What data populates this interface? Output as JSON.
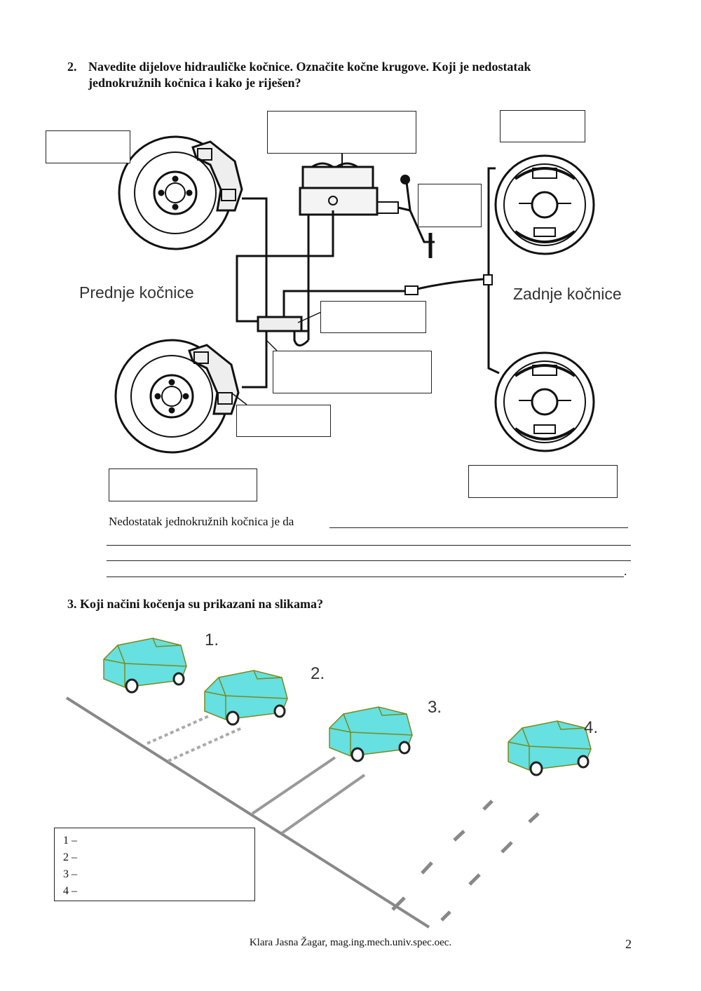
{
  "question2": {
    "number": "2.",
    "line1": "Navedite dijelove hidrauličke kočnice. Označite kočne krugove. Koji je nedostatak",
    "line2": "jednokružnih kočnica i kako je riješen?"
  },
  "diagram": {
    "front_label": "Prednje kočnice",
    "rear_label": "Zadnje kočnice"
  },
  "answer": {
    "prompt": "Nedostatak jednokružnih kočnica je da",
    "end_mark": "."
  },
  "question3": {
    "number": "3.",
    "text": "Koji načini kočenja su prikazani na slikama?"
  },
  "cars": {
    "labels": [
      "1.",
      "2.",
      "3.",
      "4."
    ]
  },
  "list": {
    "items": [
      "1 –",
      "2 –",
      "3 –",
      "4 –"
    ]
  },
  "footer": {
    "author": "Klara Jasna Žagar, mag.ing.mech.univ.spec.oec.",
    "page": "2"
  },
  "colors": {
    "car_body": "#66e0e0",
    "car_outline": "#7a8a1a",
    "line": "#222222"
  }
}
